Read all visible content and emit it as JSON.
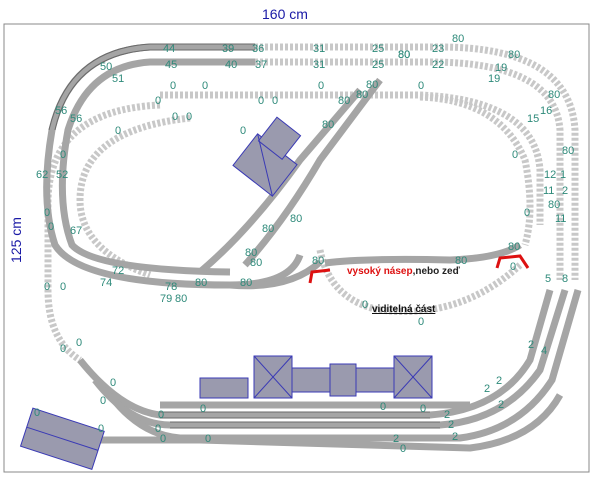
{
  "dimensions": {
    "width_label": "160 cm",
    "height_label": "125 cm"
  },
  "annotations": {
    "embankment_red": "vysoký násep",
    "embankment_black": ",nebo zeď",
    "visible_part": "viditelná část"
  },
  "track_numbers": [
    "44",
    "39",
    "36",
    "31",
    "25",
    "23",
    "80",
    "80",
    "45",
    "40",
    "37",
    "31",
    "25",
    "22",
    "19",
    "50",
    "51",
    "19",
    "80",
    "16",
    "15",
    "80",
    "56",
    "56",
    "12",
    "11",
    "11",
    "80",
    "80",
    "62",
    "52",
    "67",
    "72",
    "74",
    "78",
    "79",
    "80",
    "5",
    "8",
    "2",
    "4",
    "2",
    "2",
    "2",
    "2",
    "2",
    "2",
    "2",
    "2",
    "0",
    "0",
    "0",
    "0",
    "0",
    "0",
    "0",
    "0",
    "0",
    "0"
  ],
  "colors": {
    "track": "#9a9a9a",
    "sleeper": "#6a6a6a",
    "hidden": "#c8c8c8",
    "numbers": "#2e8a7a",
    "buildings": "#3a3ab5",
    "building_fill": "#9a9aae"
  }
}
